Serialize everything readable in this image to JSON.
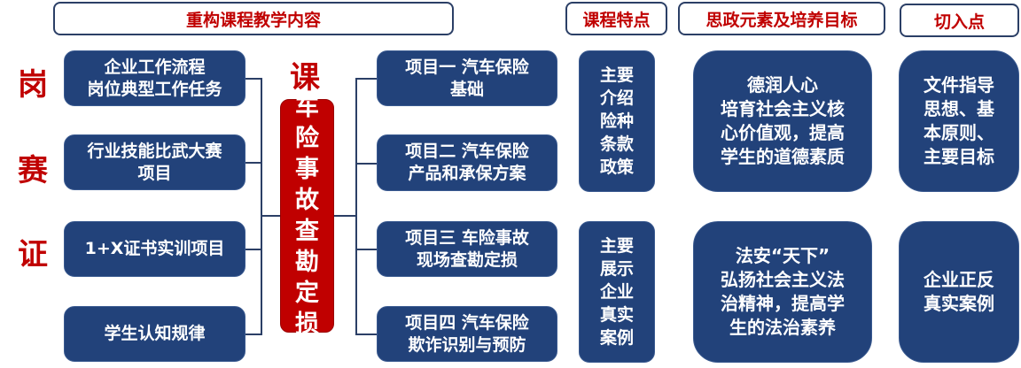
{
  "headers": {
    "restructure": "重构课程教学内容",
    "features": "课程特点",
    "ideology": "思政元素及培养目标",
    "entry": "切入点"
  },
  "side_labels": [
    "岗",
    "赛",
    "证"
  ],
  "course_label": "课",
  "course_title": [
    "车",
    "险",
    "事",
    "故",
    "查",
    "勘",
    "定",
    "损"
  ],
  "sources": [
    "企业工作流程\n岗位典型工作任务",
    "行业技能比武大赛\n项目",
    "1+X证书实训项目",
    "学生认知规律"
  ],
  "projects": [
    "项目一 汽车保险\n基础",
    "项目二 汽车保险\n产品和承保方案",
    "项目三 车险事故\n现场查勘定损",
    "项目四 汽车保险\n欺诈识别与预防"
  ],
  "features": [
    "主要\n介绍\n险种\n条款\n政策",
    "主要\n展示\n企业\n真实\n案例"
  ],
  "ideology": [
    "德润人心\n培育社会主义核\n心价值观，提高\n学生的道德素质",
    "法安“天下”\n弘扬社会主义法\n治精神，提高学\n生的法治素养"
  ],
  "entry": [
    "文件指导\n思想、基\n本原则、\n主要目标",
    "企业正反\n真实案例"
  ]
}
